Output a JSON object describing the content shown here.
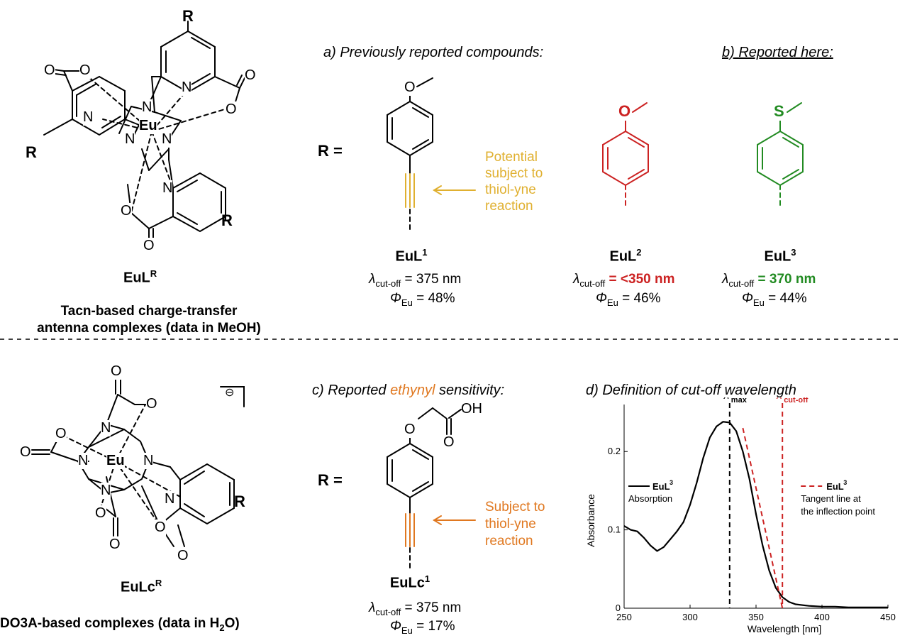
{
  "panels": {
    "a": "a) Previously reported compounds:",
    "b": "b) Reported here:",
    "c_prefix": "c) Reported ",
    "c_word": "ethynyl",
    "c_suffix": " sensitivity:",
    "d": "d) Definition of cut-off wavelength"
  },
  "labels": {
    "r_equals": "R =",
    "r": "R",
    "eu": "Eu",
    "n": "N",
    "o": "O",
    "s": "S",
    "oh": "OH",
    "charge": "⊖"
  },
  "complexes": {
    "eulr_base": "EuL",
    "eulr_sup": "R",
    "eulr_caption1": "Tacn-based charge-transfer",
    "eulr_caption2": "antenna complexes (data in MeOH)",
    "eulcr_base": "EuLc",
    "eulcr_sup": "R",
    "eulcr_caption_a": "DO3A-based complexes (data in H",
    "eulcr_caption_sub": "2",
    "eulcr_caption_b": "O)"
  },
  "compounds": [
    {
      "base": "EuL",
      "sup": "1",
      "cutoff": "= 375 nm",
      "phi": "= 48%"
    },
    {
      "base": "EuL",
      "sup": "2",
      "cutoff": "= <350 nm",
      "phi": "= 46%"
    },
    {
      "base": "EuL",
      "sup": "3",
      "cutoff": "= 370 nm",
      "phi": "= 44%"
    },
    {
      "base": "EuLc",
      "sup": "1",
      "cutoff": "= 375 nm",
      "phi": "= 17%"
    }
  ],
  "symbols": {
    "lambda": "λ",
    "cutoff_sub": "cut-off",
    "phi": "Φ",
    "eu_sub": "Eu",
    "max_sub": "max"
  },
  "notes": {
    "potential": [
      "Potential",
      "subject to",
      "thiol-yne",
      "reaction"
    ],
    "subject": [
      "Subject to",
      "thiol-yne",
      "reaction"
    ]
  },
  "colors": {
    "gold": "#E0B030",
    "orange": "#E07820",
    "red": "#CC2222",
    "green": "#228B22"
  },
  "chart_data": {
    "type": "line",
    "xlabel": "Wavelength [nm]",
    "ylabel": "Absorbance",
    "xlim": [
      250,
      450
    ],
    "ylim": [
      0,
      0.26
    ],
    "xticks": [
      "250",
      "300",
      "350",
      "400",
      "450"
    ],
    "yticks": [
      "0",
      "0.1",
      "0.2"
    ],
    "series": [
      {
        "name": "EuL3 Absorption",
        "x": [
          250,
          255,
          260,
          265,
          270,
          275,
          280,
          285,
          290,
          295,
          300,
          305,
          310,
          315,
          320,
          325,
          330,
          335,
          340,
          345,
          350,
          355,
          360,
          365,
          370,
          375,
          380,
          390,
          400,
          410,
          420,
          430,
          440,
          450
        ],
        "y": [
          0.105,
          0.1,
          0.098,
          0.09,
          0.08,
          0.073,
          0.078,
          0.088,
          0.098,
          0.11,
          0.132,
          0.16,
          0.192,
          0.218,
          0.232,
          0.238,
          0.237,
          0.226,
          0.2,
          0.165,
          0.12,
          0.08,
          0.048,
          0.026,
          0.014,
          0.008,
          0.005,
          0.003,
          0.002,
          0.002,
          0.001,
          0.001,
          0.001,
          0.001
        ]
      }
    ],
    "annotations": {
      "lambda_max_x": 330,
      "lambda_cutoff_x": 370,
      "tangent": {
        "x": [
          340,
          370
        ],
        "y": [
          0.23,
          0
        ]
      }
    },
    "legend": {
      "absorption": {
        "name": "EuL",
        "sup": "3",
        "desc": "Absorption"
      },
      "tangent": {
        "name": "EuL",
        "sup": "3",
        "desc1": "Tangent line at",
        "desc2": "the inflection point"
      }
    }
  }
}
